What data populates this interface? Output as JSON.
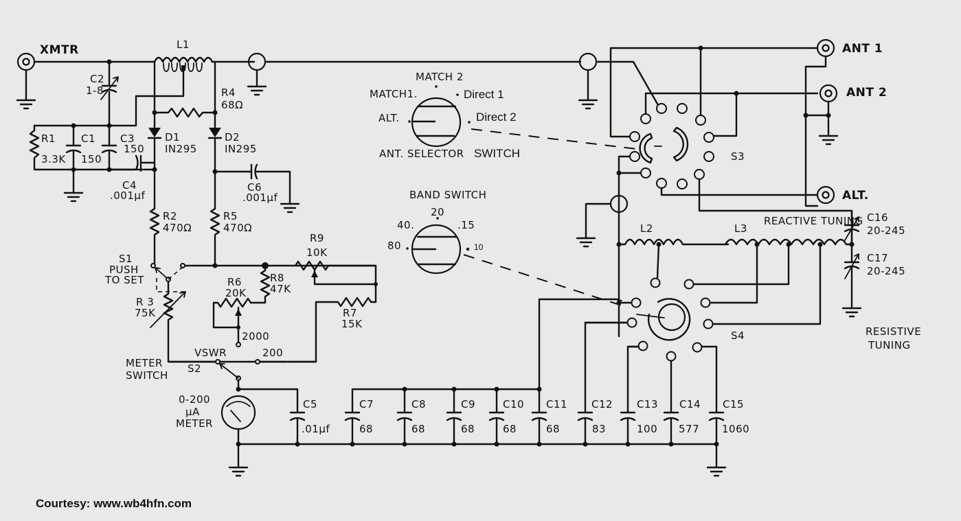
{
  "diagram": {
    "title": "Antenna tuner / VSWR bridge schematic",
    "colors": {
      "paper": "#e9e9e7",
      "ink": "#111111"
    },
    "connectors": {
      "xmtr": "XMTR",
      "ant1": "ANT 1",
      "ant2": "ANT 2",
      "alt": "ALT."
    },
    "inductors": {
      "l1": "L1",
      "l2": "L2",
      "l3": "L3"
    },
    "capacitors": {
      "c1": {
        "ref": "C1",
        "value": "150"
      },
      "c2": {
        "ref": "C2",
        "value": "1-8"
      },
      "c3": {
        "ref": "C3",
        "value": "150"
      },
      "c4": {
        "ref": "C4",
        "value": ".001µf"
      },
      "c5": {
        "ref": "C5",
        "value": ".01µf"
      },
      "c6": {
        "ref": "C6",
        "value": ".001µf"
      },
      "c7": {
        "ref": "C7",
        "value": "68"
      },
      "c8": {
        "ref": "C8",
        "value": "68"
      },
      "c9": {
        "ref": "C9",
        "value": "68"
      },
      "c10": {
        "ref": "C10",
        "value": "68"
      },
      "c11": {
        "ref": "C11",
        "value": "68"
      },
      "c12": {
        "ref": "C12",
        "value": "83"
      },
      "c13": {
        "ref": "C13",
        "value": "100"
      },
      "c14": {
        "ref": "C14",
        "value": "577"
      },
      "c15": {
        "ref": "C15",
        "value": "1060"
      },
      "c16": {
        "ref": "C16",
        "value": "20-245"
      },
      "c17": {
        "ref": "C17",
        "value": "20-245"
      }
    },
    "resistors": {
      "r1": {
        "ref": "R1",
        "value": "3.3K"
      },
      "r2": {
        "ref": "R2",
        "value": "470Ω"
      },
      "r3": {
        "ref": "R 3",
        "value": "75K"
      },
      "r4": {
        "ref": "R4",
        "value": "68Ω"
      },
      "r5": {
        "ref": "R5",
        "value": "470Ω"
      },
      "r6": {
        "ref": "R6",
        "value": "20K"
      },
      "r7": {
        "ref": "R7",
        "value": "15K"
      },
      "r8": {
        "ref": "R8",
        "value": "47K"
      },
      "r9": {
        "ref": "R9",
        "value": "10K"
      }
    },
    "diodes": {
      "d1": {
        "ref": "D1",
        "value": "IN295"
      },
      "d2": {
        "ref": "D2",
        "value": "IN295"
      }
    },
    "switches": {
      "s1": {
        "line1": "S1",
        "line2": "PUSH",
        "line3": "TO SET"
      },
      "s2": {
        "ref": "S2",
        "line1": "METER",
        "line2": "SWITCH",
        "vswr": "VSWR",
        "pos_2000": "2000",
        "pos_200": "200"
      },
      "s3": {
        "ref": "S3"
      },
      "s4": {
        "ref": "S4"
      }
    },
    "meter": {
      "line1": "0-200",
      "line2": "µA",
      "line3": "METER"
    },
    "ant_selector": {
      "title": "ANT. SELECTOR",
      "title_suffix": "SWITCH",
      "positions": {
        "match1": "MATCH1.",
        "match2": "MATCH 2",
        "direct1": "Direct 1",
        "alt": "ALT.",
        "direct2": "Direct 2"
      }
    },
    "band_switch": {
      "title": "BAND SWITCH",
      "positions": {
        "b80": "80",
        "b40": "40.",
        "b20": "20",
        "b15": ".15",
        "b10": "10"
      }
    },
    "section_labels": {
      "reactive_tuning": "REACTIVE TUNING",
      "resistive_tuning_1": "RESISTIVE",
      "resistive_tuning_2": "TUNING"
    },
    "courtesy": "Courtesy: www.wb4hfn.com"
  }
}
